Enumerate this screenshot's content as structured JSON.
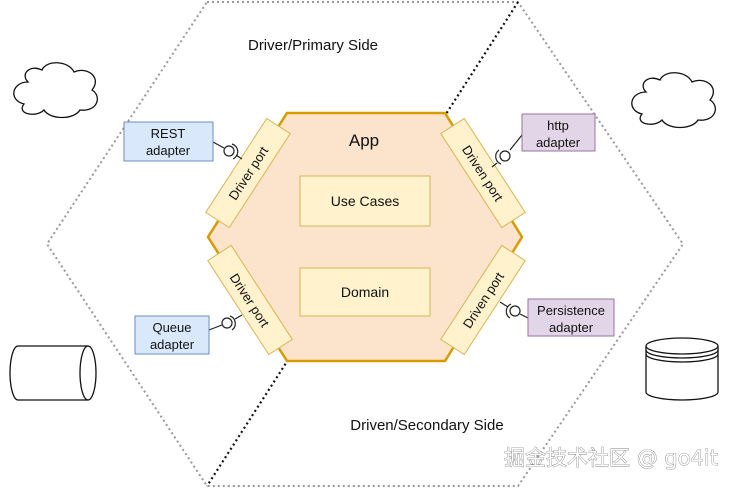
{
  "labels": {
    "primary_side": "Driver/Primary Side",
    "secondary_side": "Driven/Secondary Side",
    "app": "App",
    "use_cases": "Use Cases",
    "domain": "Domain"
  },
  "ports": {
    "driver_top": "Driver port",
    "driver_bottom": "Driver port",
    "driven_top": "Driven port",
    "driven_bottom": "Driven port"
  },
  "adapters": {
    "rest": [
      "REST",
      "adapter"
    ],
    "queue": [
      "Queue",
      "adapter"
    ],
    "http": [
      "http",
      "adapter"
    ],
    "persistence": [
      "Persistence",
      "adapter"
    ]
  },
  "watermark": "掘金技术社区 @ go4it",
  "colors": {
    "app_fill": "#fce3cb",
    "app_stroke": "#d79b00",
    "box_fill": "#fff2cc",
    "box_stroke": "#d6b656",
    "driver_adapter_fill": "#dae8fc",
    "driver_adapter_stroke": "#6c8ebf",
    "driven_adapter_fill": "#e1d5e7",
    "driven_adapter_stroke": "#9673a6"
  }
}
